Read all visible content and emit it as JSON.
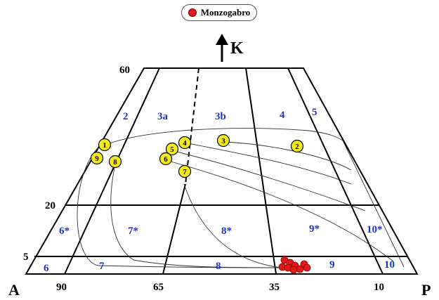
{
  "legend": {
    "label": "Monzogabro",
    "color": "#e01b1b"
  },
  "apex": {
    "label": "K"
  },
  "corners": {
    "left": "A",
    "right": "P"
  },
  "y_axis_labels": [
    "60",
    "20",
    "5"
  ],
  "x_axis_labels": [
    "90",
    "65",
    "35",
    "10"
  ],
  "fields": [
    "2",
    "3a",
    "3b",
    "4",
    "5",
    "6*",
    "7*",
    "8*",
    "9*",
    "10*",
    "6",
    "7",
    "8",
    "9",
    "10"
  ],
  "markers": [
    "1",
    "9",
    "8",
    "5",
    "4",
    "6",
    "3",
    "2",
    "7"
  ],
  "colors": {
    "field_label": "#1f33c9",
    "marker_fill": "#f4ea1c",
    "sample_fill": "#e01b1b"
  },
  "sample_count": 9
}
